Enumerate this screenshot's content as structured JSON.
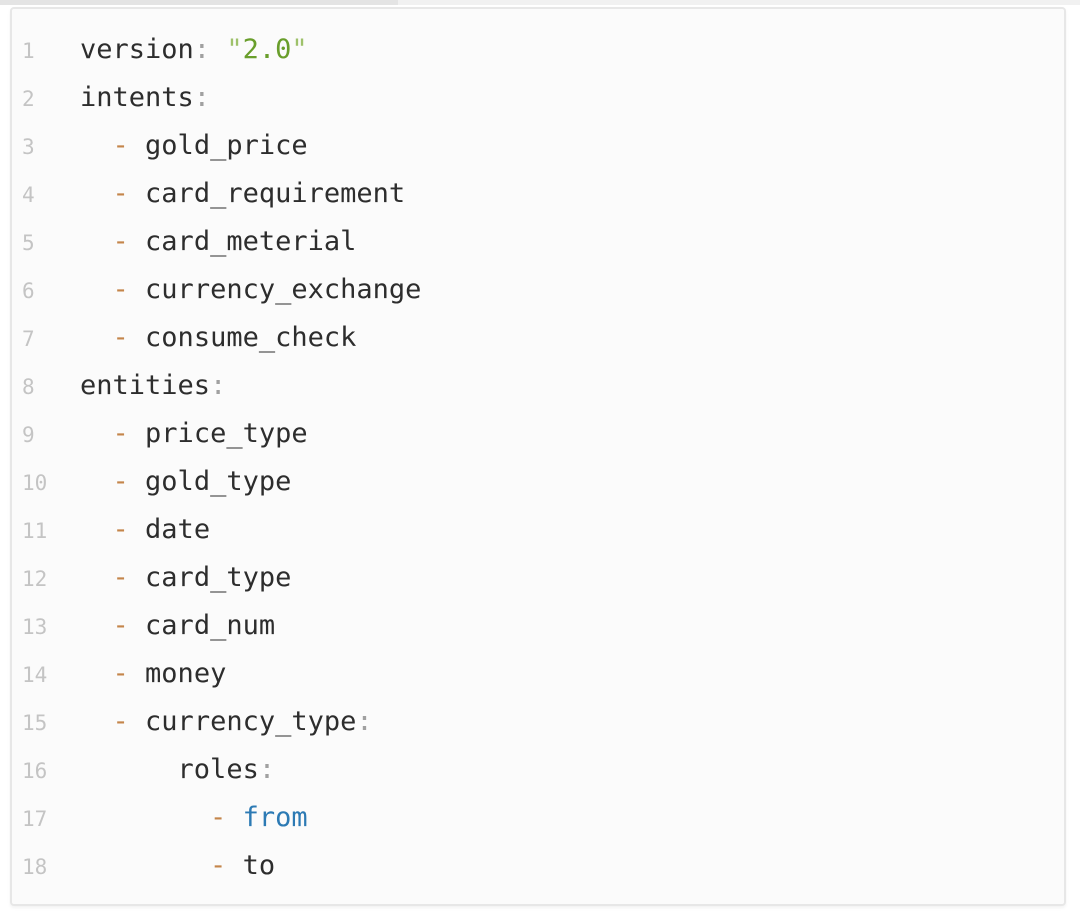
{
  "page": {
    "kind": "code-viewer",
    "language": "yaml"
  },
  "colors": {
    "strip_left": "#e4e4e4",
    "strip_right": "#f1f1f1",
    "panel_bg": "#fbfbfb",
    "panel_border": "#e7e7e7",
    "line_number": "#c4c4c4",
    "code_text": "#2d2d2d",
    "punctuation": "#a0a0a0",
    "dash": "#c4854a",
    "string": "#699e2b",
    "string_quote": "#9ec16a",
    "keyword": "#2c7ab4"
  },
  "code_block": {
    "raw_text": "version: \"2.0\"\nintents:\n  - gold_price\n  - card_requirement\n  - card_meterial\n  - currency_exchange\n  - consume_check\nentities:\n  - price_type\n  - gold_type\n  - date\n  - card_type\n  - card_num\n  - money\n  - currency_type:\n      roles:\n        - from\n        - to",
    "lines": [
      {
        "num": "1",
        "tokens": [
          [
            "plain",
            "version"
          ],
          [
            "punct",
            ":"
          ],
          [
            "ws",
            " "
          ],
          [
            "strq",
            "\""
          ],
          [
            "str",
            "2.0"
          ],
          [
            "strq",
            "\""
          ]
        ]
      },
      {
        "num": "2",
        "tokens": [
          [
            "plain",
            "intents"
          ],
          [
            "punct",
            ":"
          ]
        ]
      },
      {
        "num": "3",
        "tokens": [
          [
            "ws",
            "  "
          ],
          [
            "dash",
            "-"
          ],
          [
            "ws",
            " "
          ],
          [
            "plain",
            "gold_price"
          ]
        ]
      },
      {
        "num": "4",
        "tokens": [
          [
            "ws",
            "  "
          ],
          [
            "dash",
            "-"
          ],
          [
            "ws",
            " "
          ],
          [
            "plain",
            "card_requirement"
          ]
        ]
      },
      {
        "num": "5",
        "tokens": [
          [
            "ws",
            "  "
          ],
          [
            "dash",
            "-"
          ],
          [
            "ws",
            " "
          ],
          [
            "plain",
            "card_meterial"
          ]
        ]
      },
      {
        "num": "6",
        "tokens": [
          [
            "ws",
            "  "
          ],
          [
            "dash",
            "-"
          ],
          [
            "ws",
            " "
          ],
          [
            "plain",
            "currency_exchange"
          ]
        ]
      },
      {
        "num": "7",
        "tokens": [
          [
            "ws",
            "  "
          ],
          [
            "dash",
            "-"
          ],
          [
            "ws",
            " "
          ],
          [
            "plain",
            "consume_check"
          ]
        ]
      },
      {
        "num": "8",
        "tokens": [
          [
            "plain",
            "entities"
          ],
          [
            "punct",
            ":"
          ]
        ]
      },
      {
        "num": "9",
        "tokens": [
          [
            "ws",
            "  "
          ],
          [
            "dash",
            "-"
          ],
          [
            "ws",
            " "
          ],
          [
            "plain",
            "price_type"
          ]
        ]
      },
      {
        "num": "10",
        "tokens": [
          [
            "ws",
            "  "
          ],
          [
            "dash",
            "-"
          ],
          [
            "ws",
            " "
          ],
          [
            "plain",
            "gold_type"
          ]
        ]
      },
      {
        "num": "11",
        "tokens": [
          [
            "ws",
            "  "
          ],
          [
            "dash",
            "-"
          ],
          [
            "ws",
            " "
          ],
          [
            "plain",
            "date"
          ]
        ]
      },
      {
        "num": "12",
        "tokens": [
          [
            "ws",
            "  "
          ],
          [
            "dash",
            "-"
          ],
          [
            "ws",
            " "
          ],
          [
            "plain",
            "card_type"
          ]
        ]
      },
      {
        "num": "13",
        "tokens": [
          [
            "ws",
            "  "
          ],
          [
            "dash",
            "-"
          ],
          [
            "ws",
            " "
          ],
          [
            "plain",
            "card_num"
          ]
        ]
      },
      {
        "num": "14",
        "tokens": [
          [
            "ws",
            "  "
          ],
          [
            "dash",
            "-"
          ],
          [
            "ws",
            " "
          ],
          [
            "plain",
            "money"
          ]
        ]
      },
      {
        "num": "15",
        "tokens": [
          [
            "ws",
            "  "
          ],
          [
            "dash",
            "-"
          ],
          [
            "ws",
            " "
          ],
          [
            "plain",
            "currency_type"
          ],
          [
            "punct",
            ":"
          ]
        ]
      },
      {
        "num": "16",
        "tokens": [
          [
            "ws",
            "      "
          ],
          [
            "plain",
            "roles"
          ],
          [
            "punct",
            ":"
          ]
        ]
      },
      {
        "num": "17",
        "tokens": [
          [
            "ws",
            "        "
          ],
          [
            "dash",
            "-"
          ],
          [
            "ws",
            " "
          ],
          [
            "kw",
            "from"
          ]
        ]
      },
      {
        "num": "18",
        "tokens": [
          [
            "ws",
            "        "
          ],
          [
            "dash",
            "-"
          ],
          [
            "ws",
            " "
          ],
          [
            "plain",
            "to"
          ]
        ]
      }
    ]
  }
}
